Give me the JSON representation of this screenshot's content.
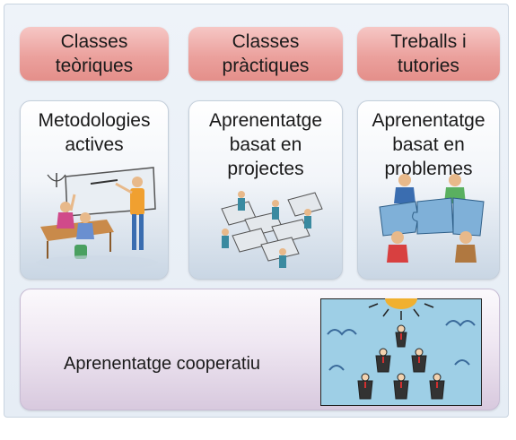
{
  "headers": [
    {
      "label": "Classes\nteòriques"
    },
    {
      "label": "Classes\npràctiques"
    },
    {
      "label": "Treballs i\ntutories"
    }
  ],
  "cards": [
    {
      "title": "Metodologies\nactives",
      "illustration": "classroom-teacher-illustration"
    },
    {
      "title": "Aprenentatge\nbasat en\nprojectes",
      "illustration": "jigsaw-builders-illustration"
    },
    {
      "title": "Aprenentatge\nbasat en\nproblemes",
      "illustration": "puzzle-people-illustration"
    }
  ],
  "bottom": {
    "label": "Aprenentatge cooperatiu",
    "illustration": "human-pyramid-illustration"
  },
  "colors": {
    "header_fill": "#eba19d",
    "frame_bg": "#e6edf5",
    "bottom_fill": "#efe7f2"
  }
}
